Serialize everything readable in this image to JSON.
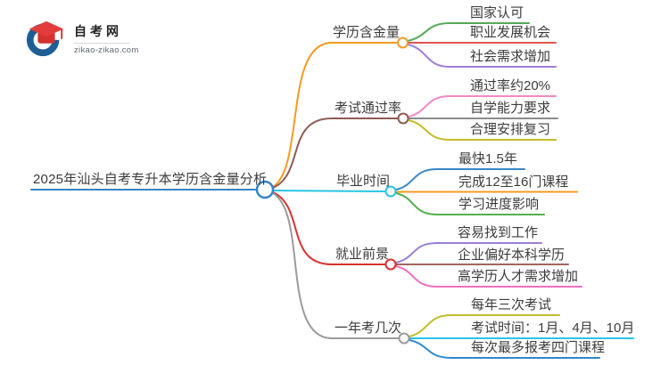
{
  "logo": {
    "title": "自考网",
    "url": "zikao-zikao.com",
    "icon": "graduation-cap-icon",
    "colors": {
      "crescent": "#1d5e95",
      "cap": "#e23d3c"
    }
  },
  "mindmap": {
    "root": {
      "label": "2025年汕头自考专升本学历含金量分析",
      "color": "#3585c6"
    },
    "branches": [
      {
        "label": "学历含金量",
        "color": "#f59b22",
        "children": [
          {
            "text": "国家认可",
            "color": "#55a954"
          },
          {
            "text": "职业发展机会",
            "color": "#e15352"
          },
          {
            "text": "社会需求增加",
            "color": "#a07ddb"
          }
        ]
      },
      {
        "label": "考试通过率",
        "color": "#8d5b52",
        "children": [
          {
            "text": "通过率约20%",
            "color": "#f288c5"
          },
          {
            "text": "自学能力要求",
            "color": "#8c8c8c"
          },
          {
            "text": "合理安排复习",
            "color": "#c3bd2b"
          }
        ]
      },
      {
        "label": "毕业时间",
        "color": "#29c5e6",
        "children": [
          {
            "text": "最快1.5年",
            "color": "#3a87c8"
          },
          {
            "text": "完成12至16门课程",
            "color": "#f59b22"
          },
          {
            "text": "学习进度影响",
            "color": "#55b04e"
          }
        ]
      },
      {
        "label": "就业前景",
        "color": "#d93330",
        "children": [
          {
            "text": "容易找到工作",
            "color": "#9b7fd9"
          },
          {
            "text": "企业偏好本科学历",
            "color": "#a0685c"
          },
          {
            "text": "高学历人才需求增加",
            "color": "#f06ec0"
          }
        ]
      },
      {
        "label": "一年考几次",
        "color": "#9b9b9b",
        "children": [
          {
            "text": "每年三次考试",
            "color": "#c3bd2b"
          },
          {
            "text": "考试时间：1月、4月、10月",
            "color": "#29c5e6"
          },
          {
            "text": "每次最多报考四门课程",
            "color": "#2f88d0"
          }
        ]
      }
    ]
  }
}
